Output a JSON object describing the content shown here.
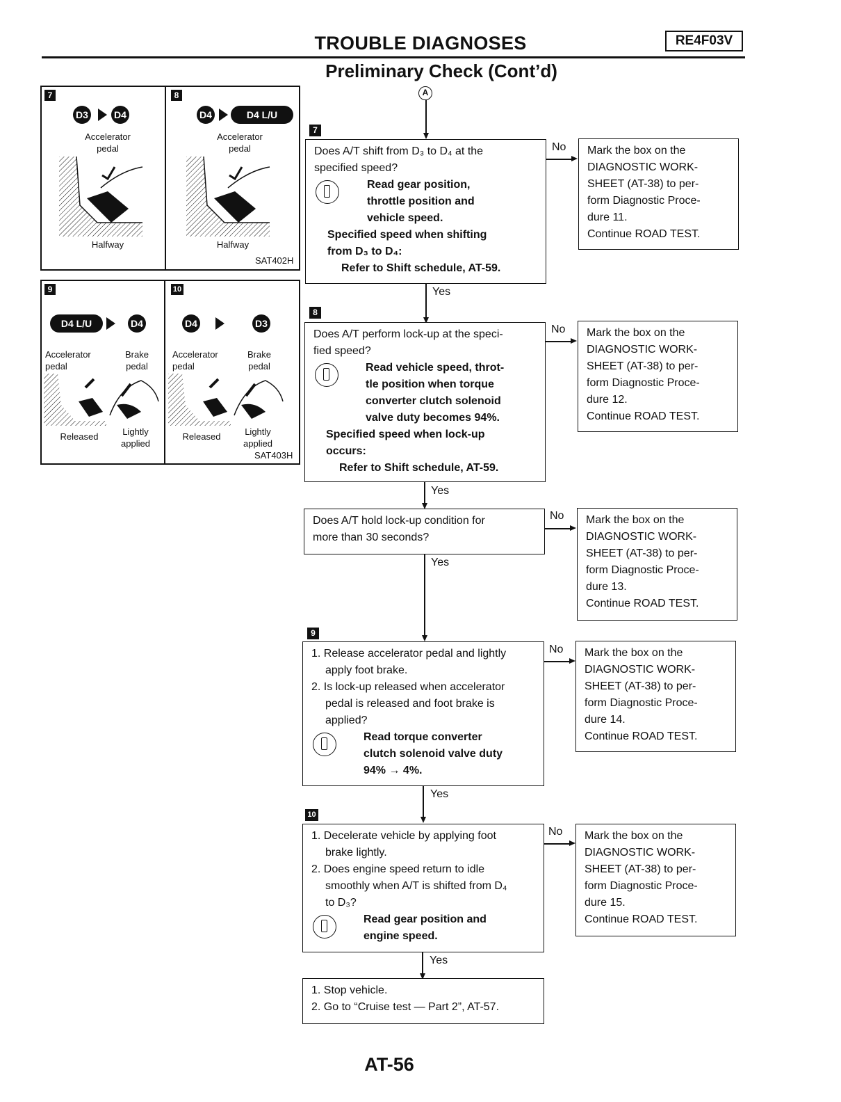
{
  "header": {
    "title": "TROUBLE DIAGNOSES",
    "code": "RE4F03V",
    "subtitle": "Preliminary Check (Cont’d)"
  },
  "footer": {
    "page": "AT-56"
  },
  "connector": "A",
  "figures": {
    "f7": {
      "badge": "7",
      "from": "D3",
      "to": "D4",
      "pedal": "Accelerator\npedal",
      "state": "Halfway"
    },
    "f8": {
      "badge": "8",
      "from": "D4",
      "to": "D4 L/U",
      "pedal": "Accelerator\npedal",
      "state": "Halfway",
      "id": "SAT402H"
    },
    "f9": {
      "badge": "9",
      "from": "D4 L/U",
      "to": "D4",
      "pedal1": "Accelerator\npedal",
      "pedal2": "Brake\npedal",
      "state1": "Released",
      "state2": "Lightly\napplied"
    },
    "f10": {
      "badge": "10",
      "from": "D4",
      "to": "D3",
      "pedal1": "Accelerator\npedal",
      "pedal2": "Brake\npedal",
      "state1": "Released",
      "state2": "Lightly\napplied",
      "id": "SAT403H"
    }
  },
  "labels": {
    "no": "No",
    "yes": "Yes"
  },
  "steps": {
    "s7": {
      "badge": "7",
      "q1": "Does A/T shift from D₃ to D₄ at the",
      "q2": "specified speed?",
      "read1": "Read gear position,",
      "read2": "throttle position and",
      "read3": "vehicle speed.",
      "spec1": "Specified speed when shifting",
      "spec2": "from D₃ to D₄:",
      "ref": "Refer to Shift schedule, AT-59.",
      "side": [
        "Mark the box on the",
        "DIAGNOSTIC WORK-",
        "SHEET (AT-38) to per-",
        "form Diagnostic Proce-",
        "dure 11.",
        "Continue ROAD TEST."
      ]
    },
    "s8": {
      "badge": "8",
      "q1": "Does A/T perform lock-up at the speci-",
      "q2": "fied speed?",
      "read1": "Read vehicle speed, throt-",
      "read2": "tle position when torque",
      "read3": "converter clutch solenoid",
      "read4": "valve duty becomes 94%.",
      "spec1": "Specified speed when lock-up",
      "spec2": "occurs:",
      "ref": "Refer to Shift schedule, AT-59.",
      "side": [
        "Mark the box on the",
        "DIAGNOSTIC WORK-",
        "SHEET (AT-38) to per-",
        "form Diagnostic Proce-",
        "dure 12.",
        "Continue ROAD TEST."
      ]
    },
    "hold": {
      "q1": "Does A/T hold lock-up condition for",
      "q2": "more than 30 seconds?",
      "side": [
        "Mark the box on the",
        "DIAGNOSTIC WORK-",
        "SHEET (AT-38) to per-",
        "form Diagnostic Proce-",
        "dure 13.",
        "Continue ROAD TEST."
      ]
    },
    "s9": {
      "badge": "9",
      "l1": "1. Release accelerator pedal and lightly",
      "l2": "apply foot brake.",
      "l3": "2. Is lock-up released when accelerator",
      "l4": "pedal is released and foot brake is",
      "l5": "applied?",
      "read1": "Read torque converter",
      "read2": "clutch solenoid valve duty",
      "read3": "94% → 4%.",
      "side": [
        "Mark the box on the",
        "DIAGNOSTIC WORK-",
        "SHEET (AT-38) to per-",
        "form Diagnostic Proce-",
        "dure 14.",
        "Continue ROAD TEST."
      ]
    },
    "s10": {
      "badge": "10",
      "l1": "1. Decelerate vehicle by applying foot",
      "l2": "brake lightly.",
      "l3": "2. Does engine speed return to idle",
      "l4": "smoothly when A/T is shifted from D₄",
      "l5": "to D₃?",
      "read1": "Read gear position and",
      "read2": "engine speed.",
      "side": [
        "Mark the box on the",
        "DIAGNOSTIC WORK-",
        "SHEET (AT-38) to per-",
        "form Diagnostic Proce-",
        "dure 15.",
        "Continue ROAD TEST."
      ]
    },
    "final": {
      "l1": "1. Stop vehicle.",
      "l2": "2. Go to “Cruise test — Part 2”, AT-57."
    }
  }
}
